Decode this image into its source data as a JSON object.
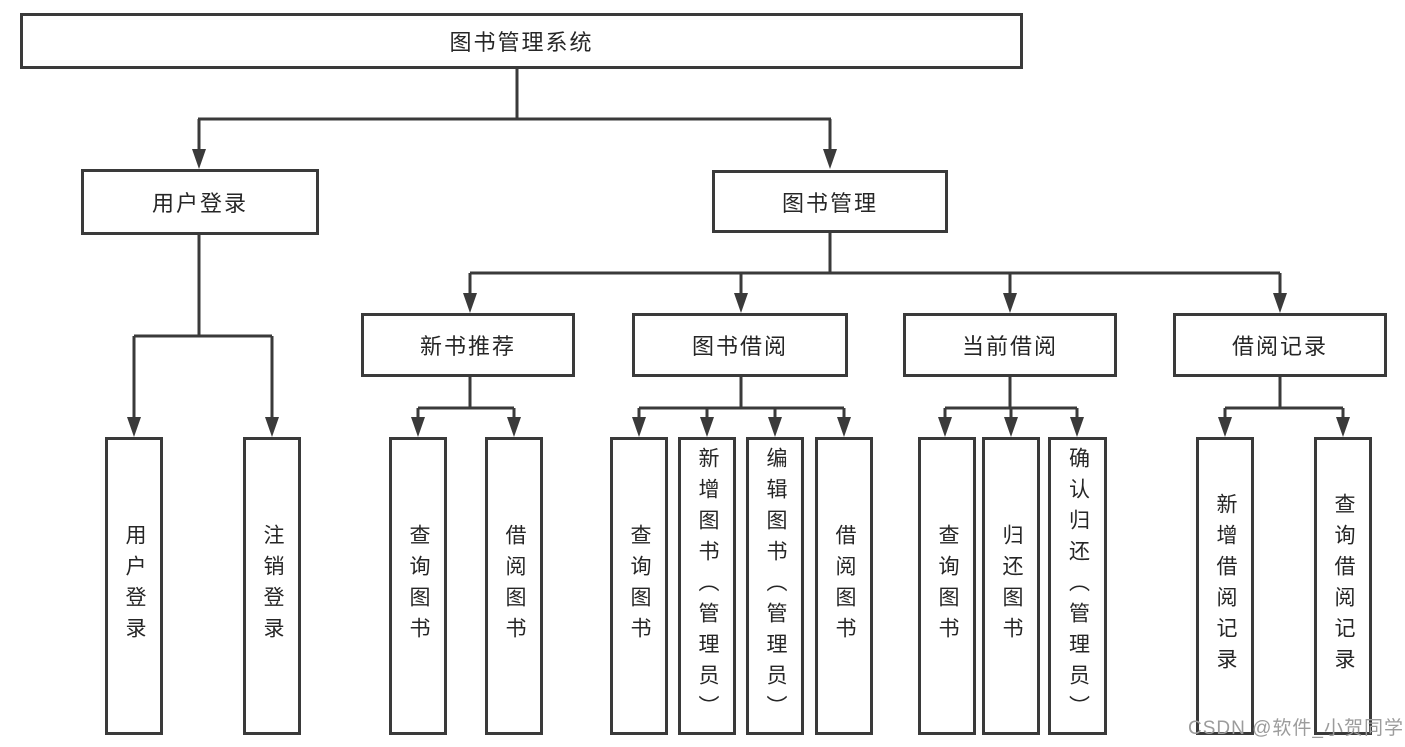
{
  "tree": {
    "label": "图书管理系统",
    "children": [
      {
        "label": "用户登录",
        "children": [
          {
            "label": "用户登录"
          },
          {
            "label": "注销登录"
          }
        ]
      },
      {
        "label": "图书管理",
        "children": [
          {
            "label": "新书推荐",
            "children": [
              {
                "label": "查询图书"
              },
              {
                "label": "借阅图书"
              }
            ]
          },
          {
            "label": "图书借阅",
            "children": [
              {
                "label": "查询图书"
              },
              {
                "label": "新增图书（管理员）"
              },
              {
                "label": "编辑图书（管理员）"
              },
              {
                "label": "借阅图书"
              }
            ]
          },
          {
            "label": "当前借阅",
            "children": [
              {
                "label": "查询图书"
              },
              {
                "label": "归还图书"
              },
              {
                "label": "确认归还（管理员）"
              }
            ]
          },
          {
            "label": "借阅记录",
            "children": [
              {
                "label": "新增借阅记录"
              },
              {
                "label": "查询借阅记录"
              }
            ]
          }
        ]
      }
    ]
  },
  "watermark": {
    "text": "CSDN @软件_小贺同学"
  },
  "colors": {
    "line": "#3a3a3a",
    "text": "#262626",
    "watermark": "#9c9c9c",
    "background": "#ffffff"
  }
}
